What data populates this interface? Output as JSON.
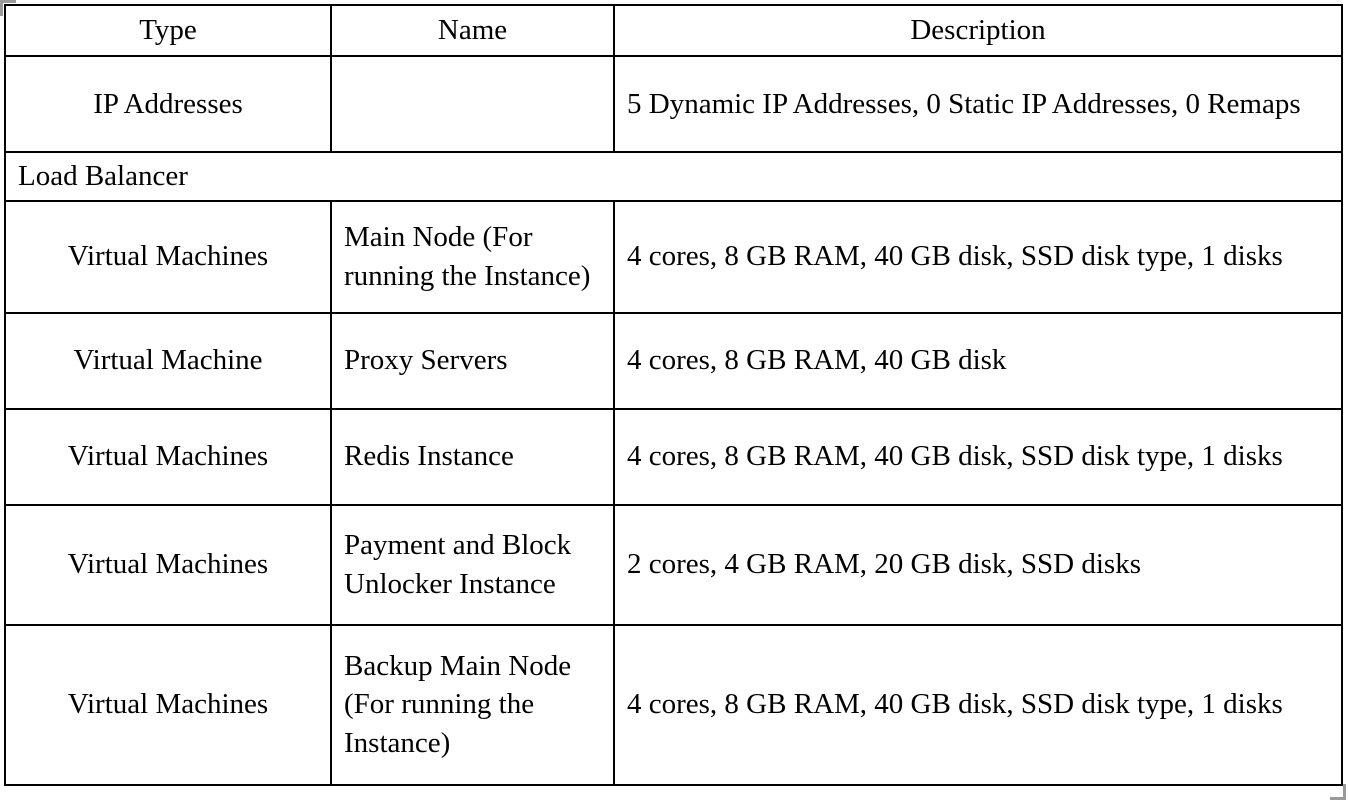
{
  "table": {
    "name": "infrastructure-resource-table",
    "columns": [
      {
        "key": "type",
        "header": "Type"
      },
      {
        "key": "name",
        "header": "Name"
      },
      {
        "key": "description",
        "header": "Description"
      }
    ],
    "rows": [
      {
        "id": "ip-addresses",
        "type": "IP Addresses",
        "name": "",
        "description": "5 Dynamic IP Addresses, 0 Static IP Addresses, 0 Remaps",
        "span": false
      },
      {
        "id": "load-balancer",
        "type": "Load Balancer",
        "name": "",
        "description": "",
        "span": true
      },
      {
        "id": "main-node",
        "type": "Virtual Machines",
        "name": "Main Node (For running the Instance)",
        "description": "4 cores, 8 GB RAM, 40 GB disk, SSD disk type, 1 disks",
        "span": false
      },
      {
        "id": "proxy-servers",
        "type": "Virtual Machine",
        "name": "Proxy Servers",
        "description": "4 cores, 8 GB RAM, 40 GB disk",
        "span": false
      },
      {
        "id": "redis-instance",
        "type": "Virtual Machines",
        "name": "Redis Instance",
        "description": "4 cores, 8 GB RAM, 40 GB disk, SSD disk type, 1 disks",
        "span": false
      },
      {
        "id": "payment-block-unlocker",
        "type": "Virtual Machines",
        "name": "Payment and Block Unlocker Instance",
        "description": "2 cores, 4 GB RAM, 20 GB disk, SSD disks",
        "span": false
      },
      {
        "id": "backup-main-node",
        "type": "Virtual Machines",
        "name": "Backup Main Node (For running the Instance)",
        "description": "4 cores, 8 GB RAM, 40 GB disk, SSD disk type, 1 disks",
        "span": false
      }
    ]
  },
  "colors": {
    "border": "#000000",
    "text": "#000000",
    "background": "#ffffff",
    "crop_mark": "#9a9a9a"
  }
}
